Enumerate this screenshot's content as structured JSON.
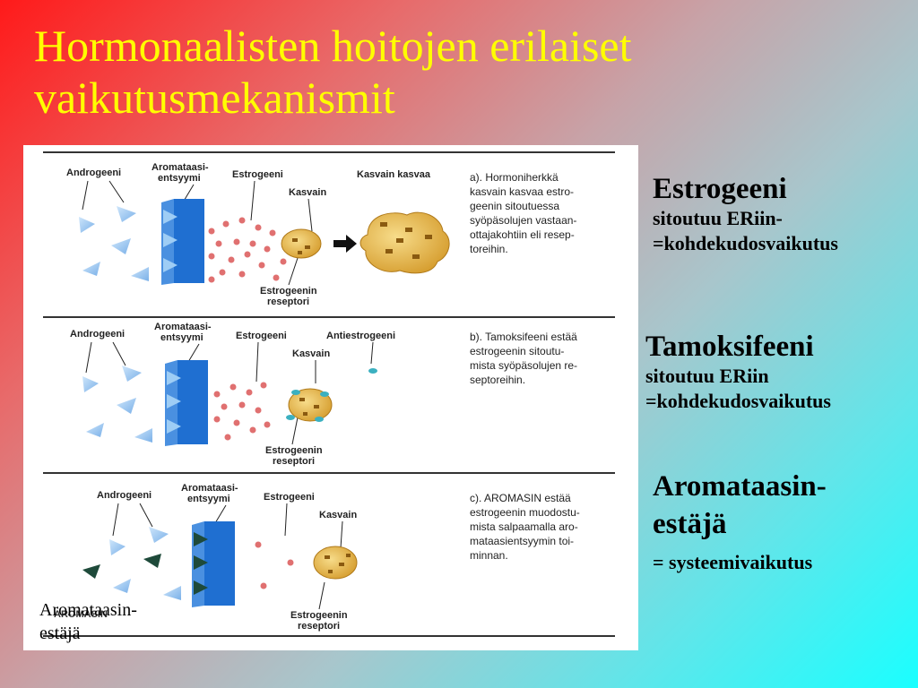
{
  "title": "Hormonaalisten hoitojen erilaiset vaikutusmekanismit",
  "diagram": {
    "panel_a": {
      "labels": {
        "androgen": "Androgeeni",
        "aromatase_1": "Aromataasi-",
        "aromatase_2": "entsyymi",
        "estrogen": "Estrogeeni",
        "tumor": "Kasvain",
        "tumor_grows": "Kasvain kasvaa",
        "receptor_1": "Estrogeenin",
        "receptor_2": "reseptori"
      },
      "description": [
        "a). Hormoniherkkä",
        "kasvain kasvaa estro-",
        "geenin sitoutuessa",
        "syöpäsolujen vastaan-",
        "ottajakohtiin eli resep-",
        "toreihin."
      ]
    },
    "panel_b": {
      "labels": {
        "androgen": "Androgeeni",
        "aromatase_1": "Aromataasi-",
        "aromatase_2": "entsyymi",
        "estrogen": "Estrogeeni",
        "antiestrogen": "Antiestrogeeni",
        "tumor": "Kasvain",
        "receptor_1": "Estrogeenin",
        "receptor_2": "reseptori"
      },
      "description": [
        "b). Tamoksifeeni estää",
        "estrogeenin sitoutu-",
        "mista syöpäsolujen re-",
        "septoreihin."
      ]
    },
    "panel_c": {
      "labels": {
        "androgen": "Androgeeni",
        "aromatase_1": "Aromataasi-",
        "aromatase_2": "entsyymi",
        "estrogen": "Estrogeeni",
        "tumor": "Kasvain",
        "receptor_1": "Estrogeenin",
        "receptor_2": "reseptori",
        "aromasin": "AROMASIN"
      },
      "description": [
        "c). AROMASIN estää",
        "estrogeenin muodostu-",
        "mista salpaamalla aro-",
        "mataasientsyymin toi-",
        "minnan."
      ]
    }
  },
  "side_notes": [
    {
      "head": "Estrogeeni",
      "lines": [
        "sitoutuu ERiin-",
        "=kohdekudosvaikutus"
      ]
    },
    {
      "head": "Tamoksifeeni",
      "lines": [
        "sitoutuu ERiin",
        "=kohdekudosvaikutus"
      ]
    },
    {
      "head": "Aromataasin-estäjä",
      "lines": [
        "= systeemivaikutus"
      ]
    }
  ],
  "overlay": {
    "line1": "Aromataasin-",
    "line2": "estäjä"
  },
  "colors": {
    "title": "#ffff00",
    "enzyme": "#1f6fd1",
    "estrogen_dot": "#e07070",
    "antiestrogen_dot": "#3bb0c0",
    "tumor": "#e8b84a",
    "inhibitor": "#1e4a3a"
  }
}
